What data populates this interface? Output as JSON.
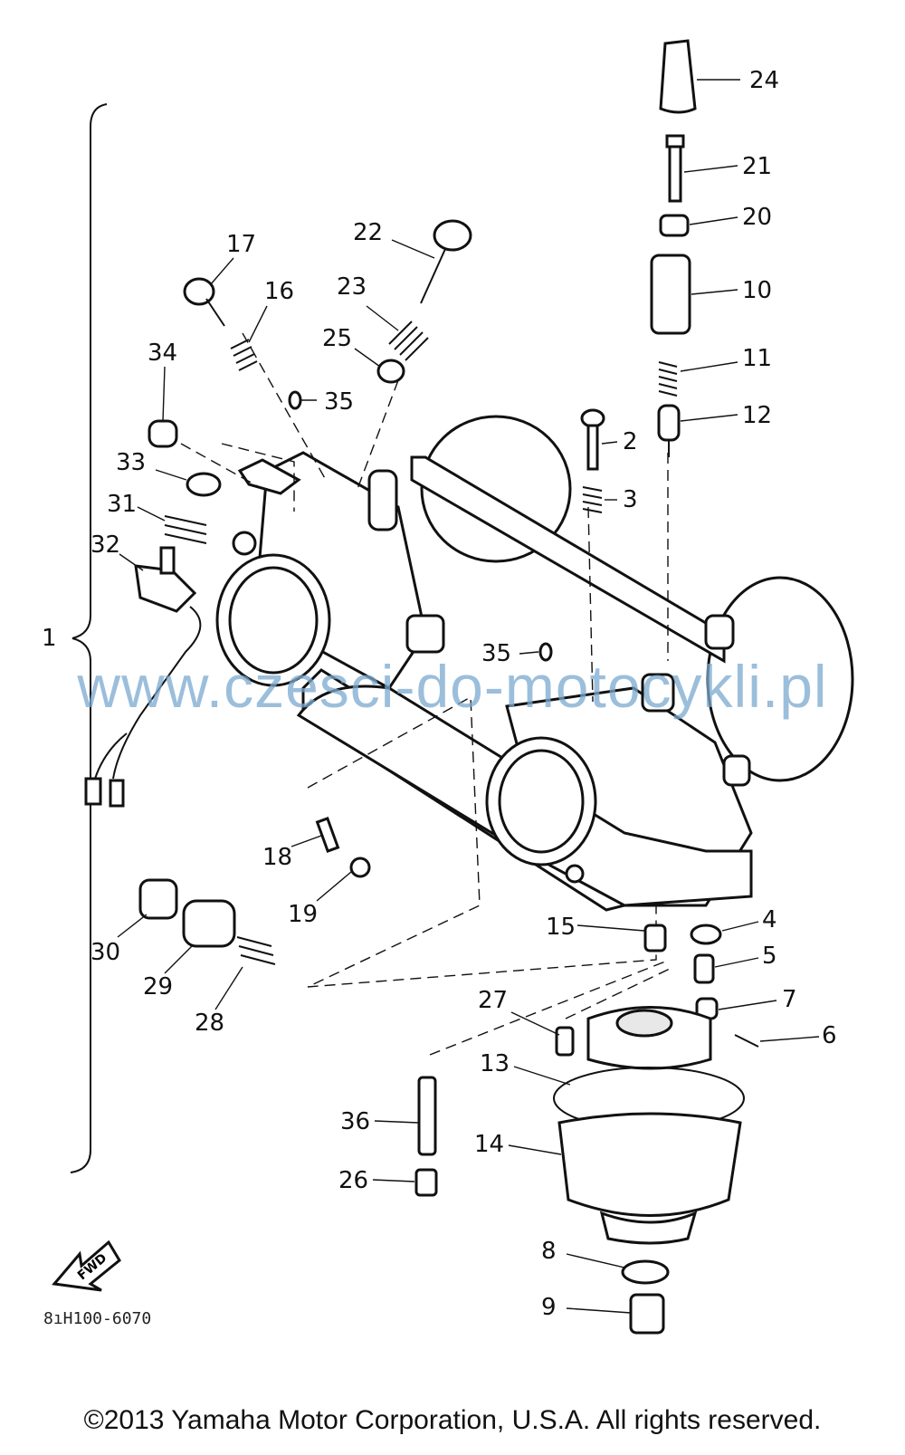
{
  "diagram": {
    "code": "8ıH100-6070",
    "fwd_label": "FWD",
    "assembly_label": "1",
    "watermark": "www.czesci-do-motocykli.pl",
    "copyright": "©2013 Yamaha Motor Corporation, U.S.A. All rights reserved.",
    "callouts": [
      {
        "id": "c24",
        "text": "24"
      },
      {
        "id": "c21",
        "text": "21"
      },
      {
        "id": "c20",
        "text": "20"
      },
      {
        "id": "c10",
        "text": "10"
      },
      {
        "id": "c11",
        "text": "11"
      },
      {
        "id": "c12",
        "text": "12"
      },
      {
        "id": "c2",
        "text": "2"
      },
      {
        "id": "c3",
        "text": "3"
      },
      {
        "id": "c22",
        "text": "22"
      },
      {
        "id": "c23",
        "text": "23"
      },
      {
        "id": "c25",
        "text": "25"
      },
      {
        "id": "c17",
        "text": "17"
      },
      {
        "id": "c16",
        "text": "16"
      },
      {
        "id": "c34",
        "text": "34"
      },
      {
        "id": "c35a",
        "text": "35"
      },
      {
        "id": "c33",
        "text": "33"
      },
      {
        "id": "c31",
        "text": "31"
      },
      {
        "id": "c32",
        "text": "32"
      },
      {
        "id": "c35b",
        "text": "35"
      },
      {
        "id": "c18",
        "text": "18"
      },
      {
        "id": "c19",
        "text": "19"
      },
      {
        "id": "c30",
        "text": "30"
      },
      {
        "id": "c29",
        "text": "29"
      },
      {
        "id": "c28",
        "text": "28"
      },
      {
        "id": "c15",
        "text": "15"
      },
      {
        "id": "c4",
        "text": "4"
      },
      {
        "id": "c5",
        "text": "5"
      },
      {
        "id": "c7",
        "text": "7"
      },
      {
        "id": "c6",
        "text": "6"
      },
      {
        "id": "c27",
        "text": "27"
      },
      {
        "id": "c13",
        "text": "13"
      },
      {
        "id": "c36",
        "text": "36"
      },
      {
        "id": "c14",
        "text": "14"
      },
      {
        "id": "c26",
        "text": "26"
      },
      {
        "id": "c8",
        "text": "8"
      },
      {
        "id": "c9",
        "text": "9"
      }
    ]
  }
}
